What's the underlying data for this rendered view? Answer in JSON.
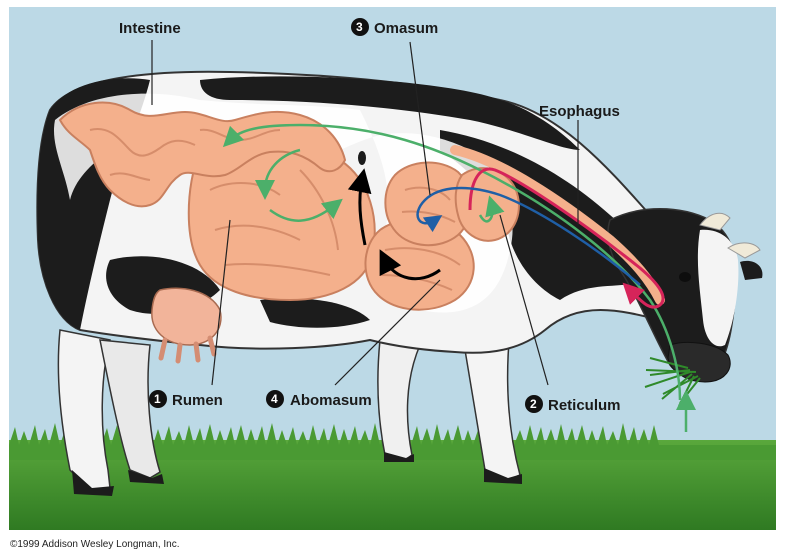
{
  "labels": {
    "intestine": "Intestine",
    "omasum": "Omasum",
    "esophagus": "Esophagus",
    "rumen": "Rumen",
    "abomasum": "Abomasum",
    "reticulum": "Reticulum"
  },
  "markers": {
    "rumen": "1",
    "reticulum": "2",
    "omasum": "3",
    "abomasum": "4"
  },
  "credit": "©1999 Addison Wesley Longman, Inc.",
  "colors": {
    "sky": "#bcd9e6",
    "grass": "#3f8f2e",
    "organ": "#f4b08c",
    "organ_outline": "#c9805f",
    "cow_black": "#1c1c1c",
    "cow_white": "#f4f4f4",
    "path_green": "#4caf6a",
    "path_red": "#d6245a",
    "path_blue": "#1f5fa6",
    "path_black": "#000000"
  }
}
